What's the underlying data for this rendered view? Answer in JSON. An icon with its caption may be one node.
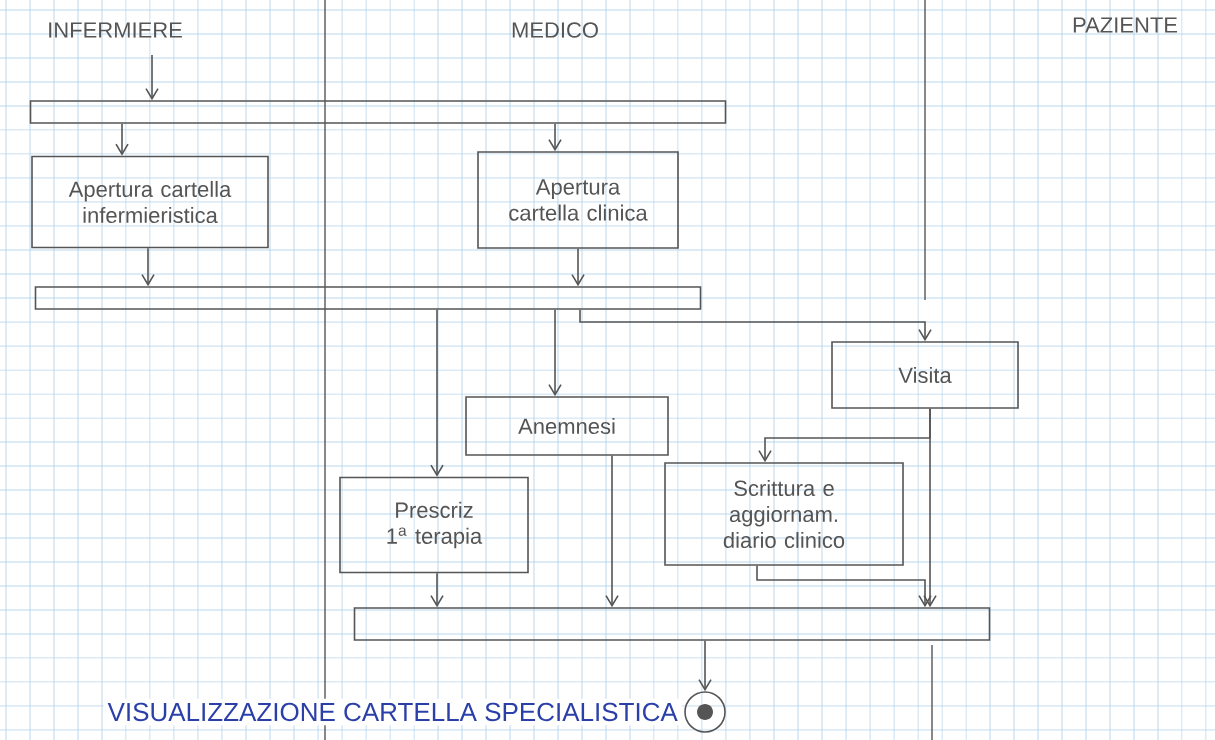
{
  "diagram": {
    "nodes": [
      {
        "text": [],
        "shape": "bar"
      },
      {
        "text": [
          "Apertura cartella infermieristica"
        ]
      },
      {
        "text": [
          "Apertura cartella clinica"
        ]
      },
      {
        "text": [],
        "shape": "bar"
      },
      {
        "text": [
          "Anemnesi"
        ]
      },
      {
        "text": [
          "Visita"
        ]
      },
      {
        "text": [
          "Prescriz 1$^{a}$ terapia"
        ]
      },
      {
        "text": [
          "Scrittura e aggiornam. diario clinico"
        ]
      },
      {
        "text": [],
        "shape": "bar"
      },
      {
        "text": [],
        "shape": "circle",
        "beside": [
          "VISUALIZZAZIONE CARTELLA SPECIALISTICA"
        ]
      }
    ],
    "edges": [
      {
        "from": null,
        "to": 0,
        "arrow": "to"
      },
      {
        "from": 0,
        "to": 1,
        "arrow": "to"
      },
      {
        "from": 0,
        "to": 2,
        "arrow": "to"
      },
      {
        "from": 1,
        "to": 3,
        "arrow": "to"
      },
      {
        "from": 2,
        "to": 3,
        "arrow": "to"
      },
      {
        "from": 3,
        "to": 6,
        "arrow": "to"
      },
      {
        "from": 3,
        "to": 4,
        "arrow": "to"
      },
      {
        "from": 3,
        "to": 5,
        "arrow": "to"
      },
      {
        "from": 5,
        "to": 7,
        "arrow": "to"
      },
      {
        "from": 5,
        "to": 8,
        "arrow": "to"
      },
      {
        "from": 7,
        "to": 8,
        "arrow": "to"
      },
      {
        "from": 6,
        "to": 8,
        "arrow": "to"
      },
      {
        "from": 4,
        "to": 8,
        "arrow": "to"
      },
      {
        "from": 8,
        "to": 9,
        "arrow": "to"
      }
    ],
    "labels": [
      "INFERMIERE",
      "MEDICO",
      "PAZIENTE"
    ]
  }
}
